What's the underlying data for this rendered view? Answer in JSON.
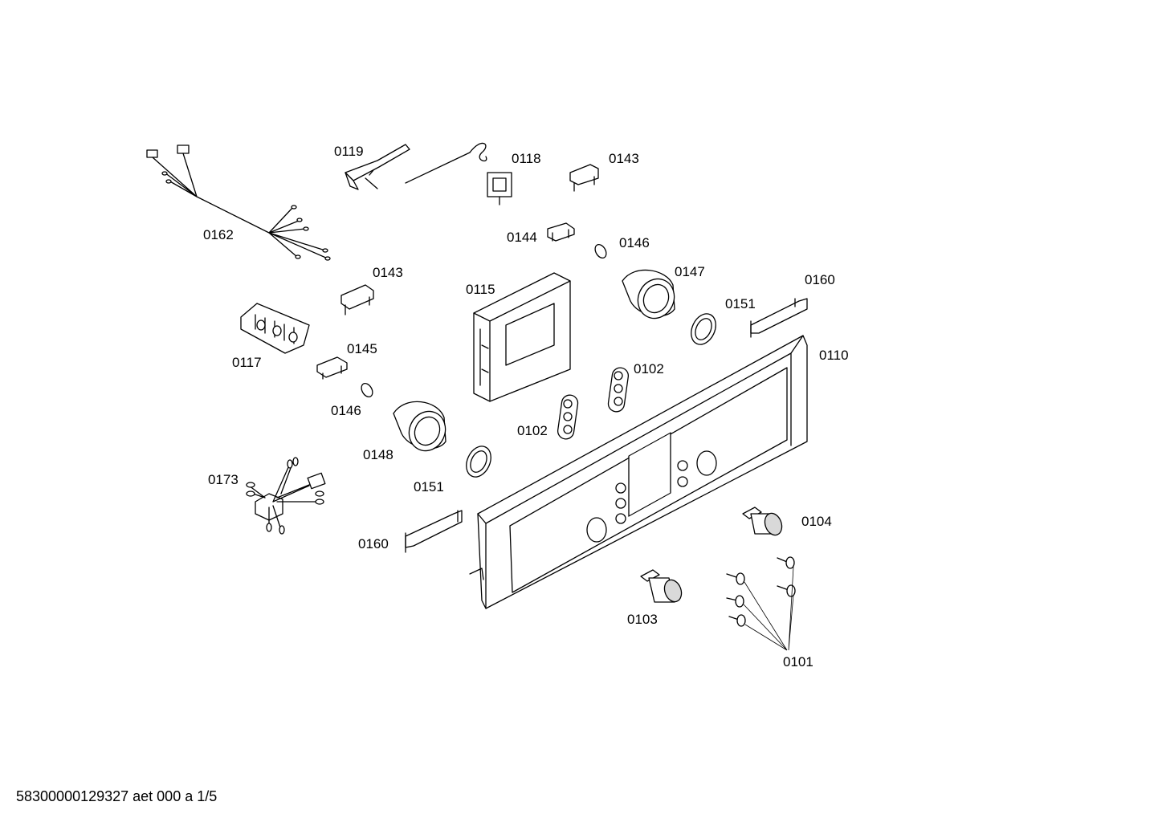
{
  "labels": {
    "p0119": "0119",
    "p0118": "0118",
    "p0143a": "0143",
    "p0162": "0162",
    "p0144": "0144",
    "p0146a": "0146",
    "p0143b": "0143",
    "p0115": "0115",
    "p0147": "0147",
    "p0160a": "0160",
    "p0151a": "0151",
    "p0145": "0145",
    "p0117": "0117",
    "p0110": "0110",
    "p0102a": "0102",
    "p0146b": "0146",
    "p0102b": "0102",
    "p0148": "0148",
    "p0173": "0173",
    "p0151b": "0151",
    "p0104": "0104",
    "p0160b": "0160",
    "p0103": "0103",
    "p0101": "0101"
  },
  "footer": "58300000129327 aet 000 a 1/5"
}
